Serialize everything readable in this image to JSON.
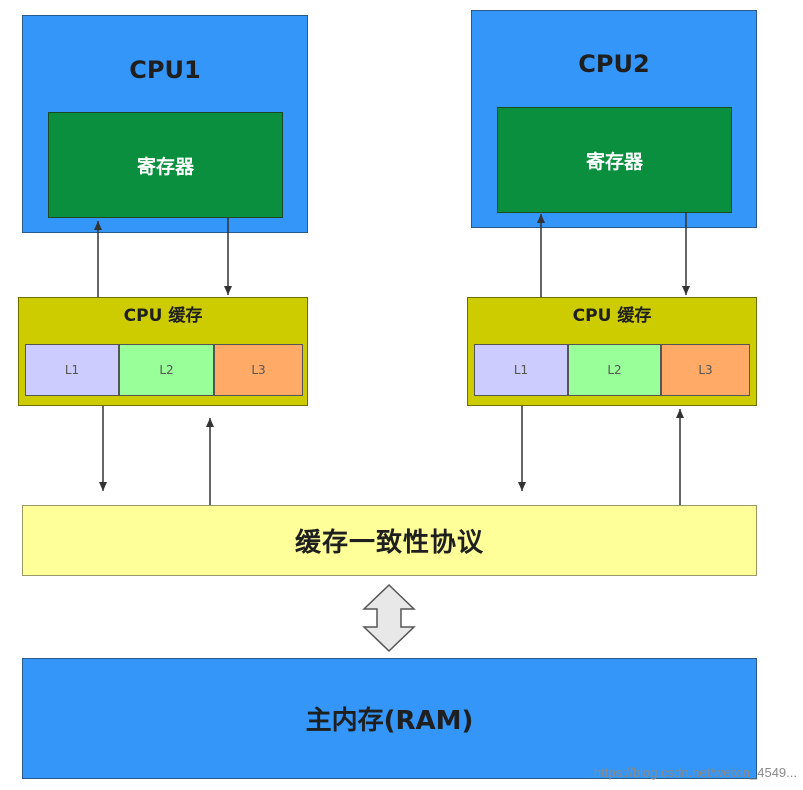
{
  "cpu1": {
    "title": "CPU1",
    "register": "寄存器",
    "cache": {
      "title": "CPU 缓存",
      "levels": [
        "L1",
        "L2",
        "L3"
      ]
    }
  },
  "cpu2": {
    "title": "CPU2",
    "register": "寄存器",
    "cache": {
      "title": "CPU 缓存",
      "levels": [
        "L1",
        "L2",
        "L3"
      ]
    }
  },
  "coherence": "缓存一致性协议",
  "ram": "主内存(RAM)",
  "watermark": "https://blog.csdn.net/weixin_4549...",
  "colors": {
    "cpu": "#3396f8",
    "register": "#0a8f3f",
    "cache": "#cccc00",
    "l1": "#ccccff",
    "l2": "#99ff99",
    "l3": "#ffaa66",
    "coherence": "#ffff99",
    "ram": "#3396f8"
  }
}
